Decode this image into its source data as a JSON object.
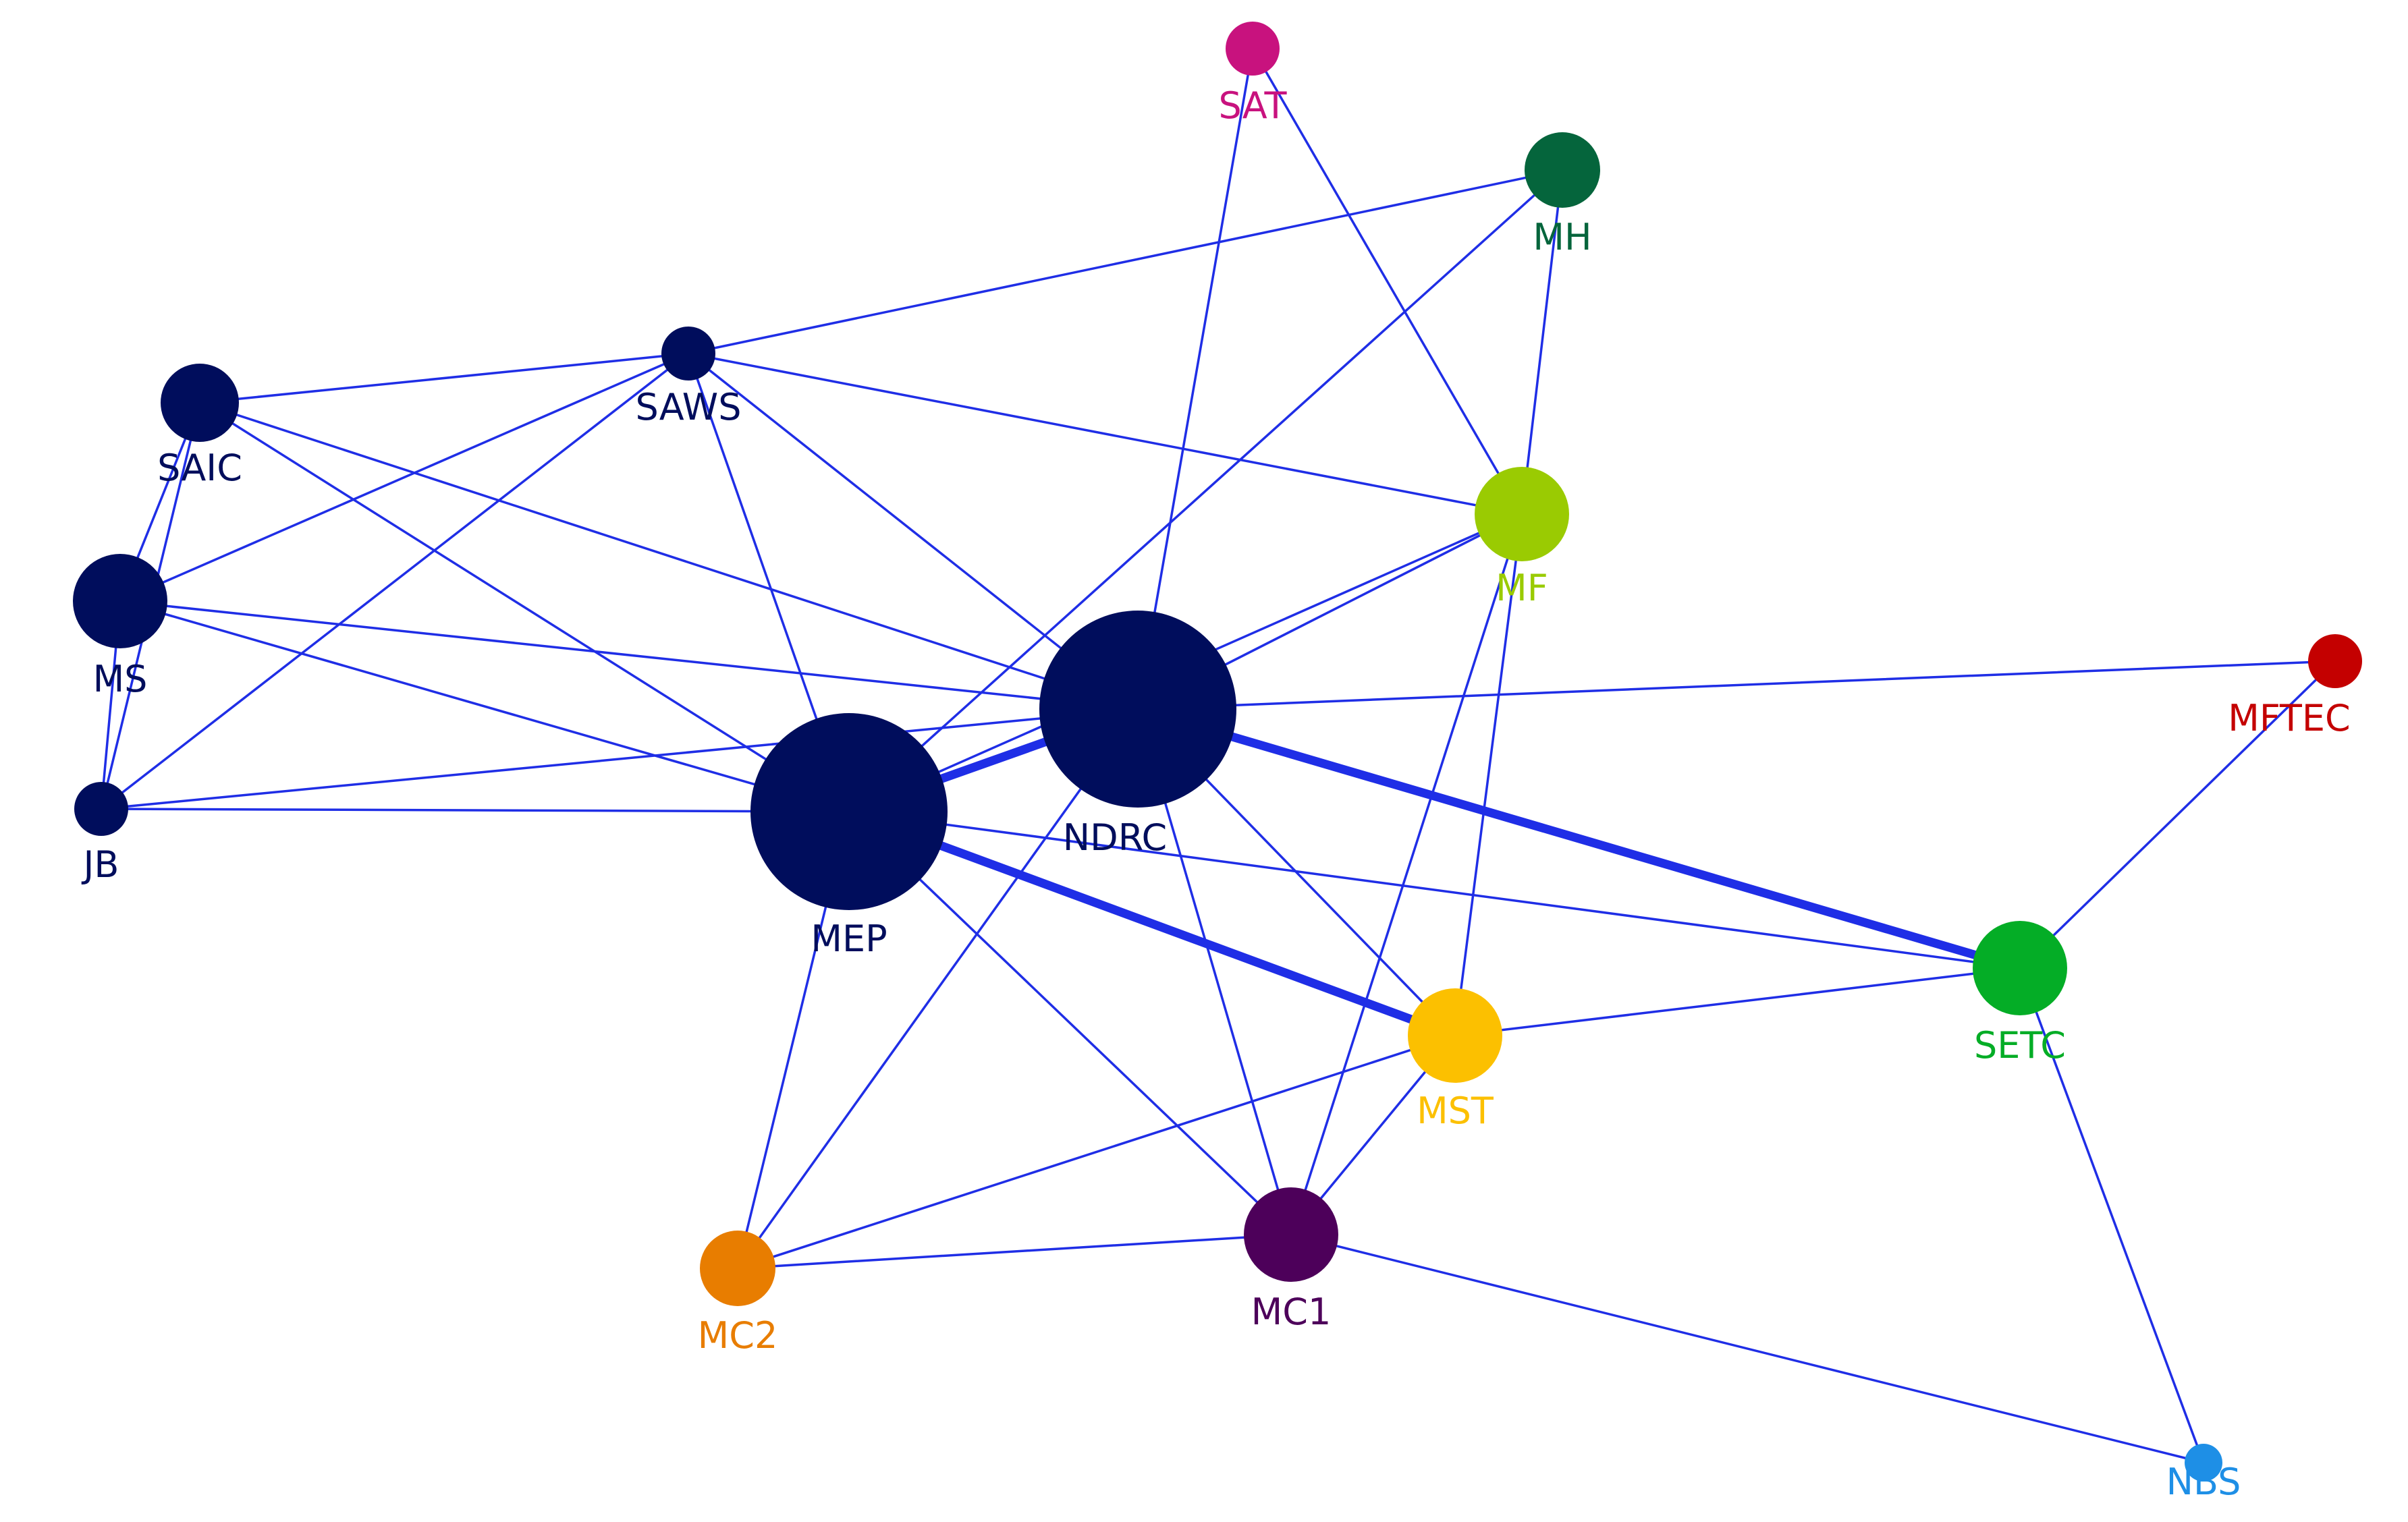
{
  "nodes": [
    {
      "id": "SAT",
      "label": "SAT",
      "color": "#c8127e"
    },
    {
      "id": "MH",
      "label": "MH",
      "color": "#05653c"
    },
    {
      "id": "SAWS",
      "label": "SAWS",
      "color": "#000d5c"
    },
    {
      "id": "SAIC",
      "label": "SAIC",
      "color": "#000d5c"
    },
    {
      "id": "MF",
      "label": "MF",
      "color": "#9acb02"
    },
    {
      "id": "MS",
      "label": "MS",
      "color": "#000d5c"
    },
    {
      "id": "MFTEC",
      "label": "MFTEC",
      "color": "#c40000"
    },
    {
      "id": "NDRC",
      "label": "NDRC",
      "color": "#000d5c"
    },
    {
      "id": "JB",
      "label": "JB",
      "color": "#000d5c"
    },
    {
      "id": "MEP",
      "label": "MEP",
      "color": "#000d5c"
    },
    {
      "id": "SETC",
      "label": "SETC",
      "color": "#04ad26"
    },
    {
      "id": "MST",
      "label": "MST",
      "color": "#fcc000"
    },
    {
      "id": "MC1",
      "label": "MC1",
      "color": "#4d005a"
    },
    {
      "id": "MC2",
      "label": "MC2",
      "color": "#e87d00"
    },
    {
      "id": "NBS",
      "label": "NBS",
      "color": "#1e8fe6"
    }
  ],
  "edges": [
    {
      "source": "SAT",
      "target": "NDRC"
    },
    {
      "source": "SAT",
      "target": "MF"
    },
    {
      "source": "MH",
      "target": "SAWS"
    },
    {
      "source": "MH",
      "target": "MF"
    },
    {
      "source": "MH",
      "target": "MEP"
    },
    {
      "source": "SAWS",
      "target": "SAIC"
    },
    {
      "source": "SAWS",
      "target": "MS"
    },
    {
      "source": "SAWS",
      "target": "JB"
    },
    {
      "source": "SAWS",
      "target": "MEP"
    },
    {
      "source": "SAWS",
      "target": "NDRC"
    },
    {
      "source": "SAWS",
      "target": "MF"
    },
    {
      "source": "SAIC",
      "target": "MS"
    },
    {
      "source": "SAIC",
      "target": "JB"
    },
    {
      "source": "SAIC",
      "target": "NDRC"
    },
    {
      "source": "SAIC",
      "target": "MEP"
    },
    {
      "source": "MS",
      "target": "JB"
    },
    {
      "source": "MS",
      "target": "NDRC"
    },
    {
      "source": "MS",
      "target": "MEP"
    },
    {
      "source": "JB",
      "target": "MEP"
    },
    {
      "source": "JB",
      "target": "NDRC"
    },
    {
      "source": "MEP",
      "target": "NDRC"
    },
    {
      "source": "MEP",
      "target": "MST"
    },
    {
      "source": "MEP",
      "target": "SETC"
    },
    {
      "source": "MEP",
      "target": "MC2"
    },
    {
      "source": "MEP",
      "target": "MC1"
    },
    {
      "source": "MEP",
      "target": "MF"
    },
    {
      "source": "NDRC",
      "target": "SETC"
    },
    {
      "source": "NDRC",
      "target": "MF"
    },
    {
      "source": "NDRC",
      "target": "MFTEC"
    },
    {
      "source": "NDRC",
      "target": "MST"
    },
    {
      "source": "NDRC",
      "target": "MC1"
    },
    {
      "source": "NDRC",
      "target": "MC2"
    },
    {
      "source": "MF",
      "target": "MST"
    },
    {
      "source": "MF",
      "target": "MC1"
    },
    {
      "source": "MST",
      "target": "SETC"
    },
    {
      "source": "MST",
      "target": "MC1"
    },
    {
      "source": "MST",
      "target": "MC2"
    },
    {
      "source": "SETC",
      "target": "MFTEC"
    },
    {
      "source": "SETC",
      "target": "NBS"
    },
    {
      "source": "MC1",
      "target": "MC2"
    },
    {
      "source": "MC1",
      "target": "NBS"
    }
  ],
  "strong_edges": [
    {
      "source": "MEP",
      "target": "NDRC"
    },
    {
      "source": "MEP",
      "target": "MST"
    },
    {
      "source": "NDRC",
      "target": "SETC"
    }
  ]
}
